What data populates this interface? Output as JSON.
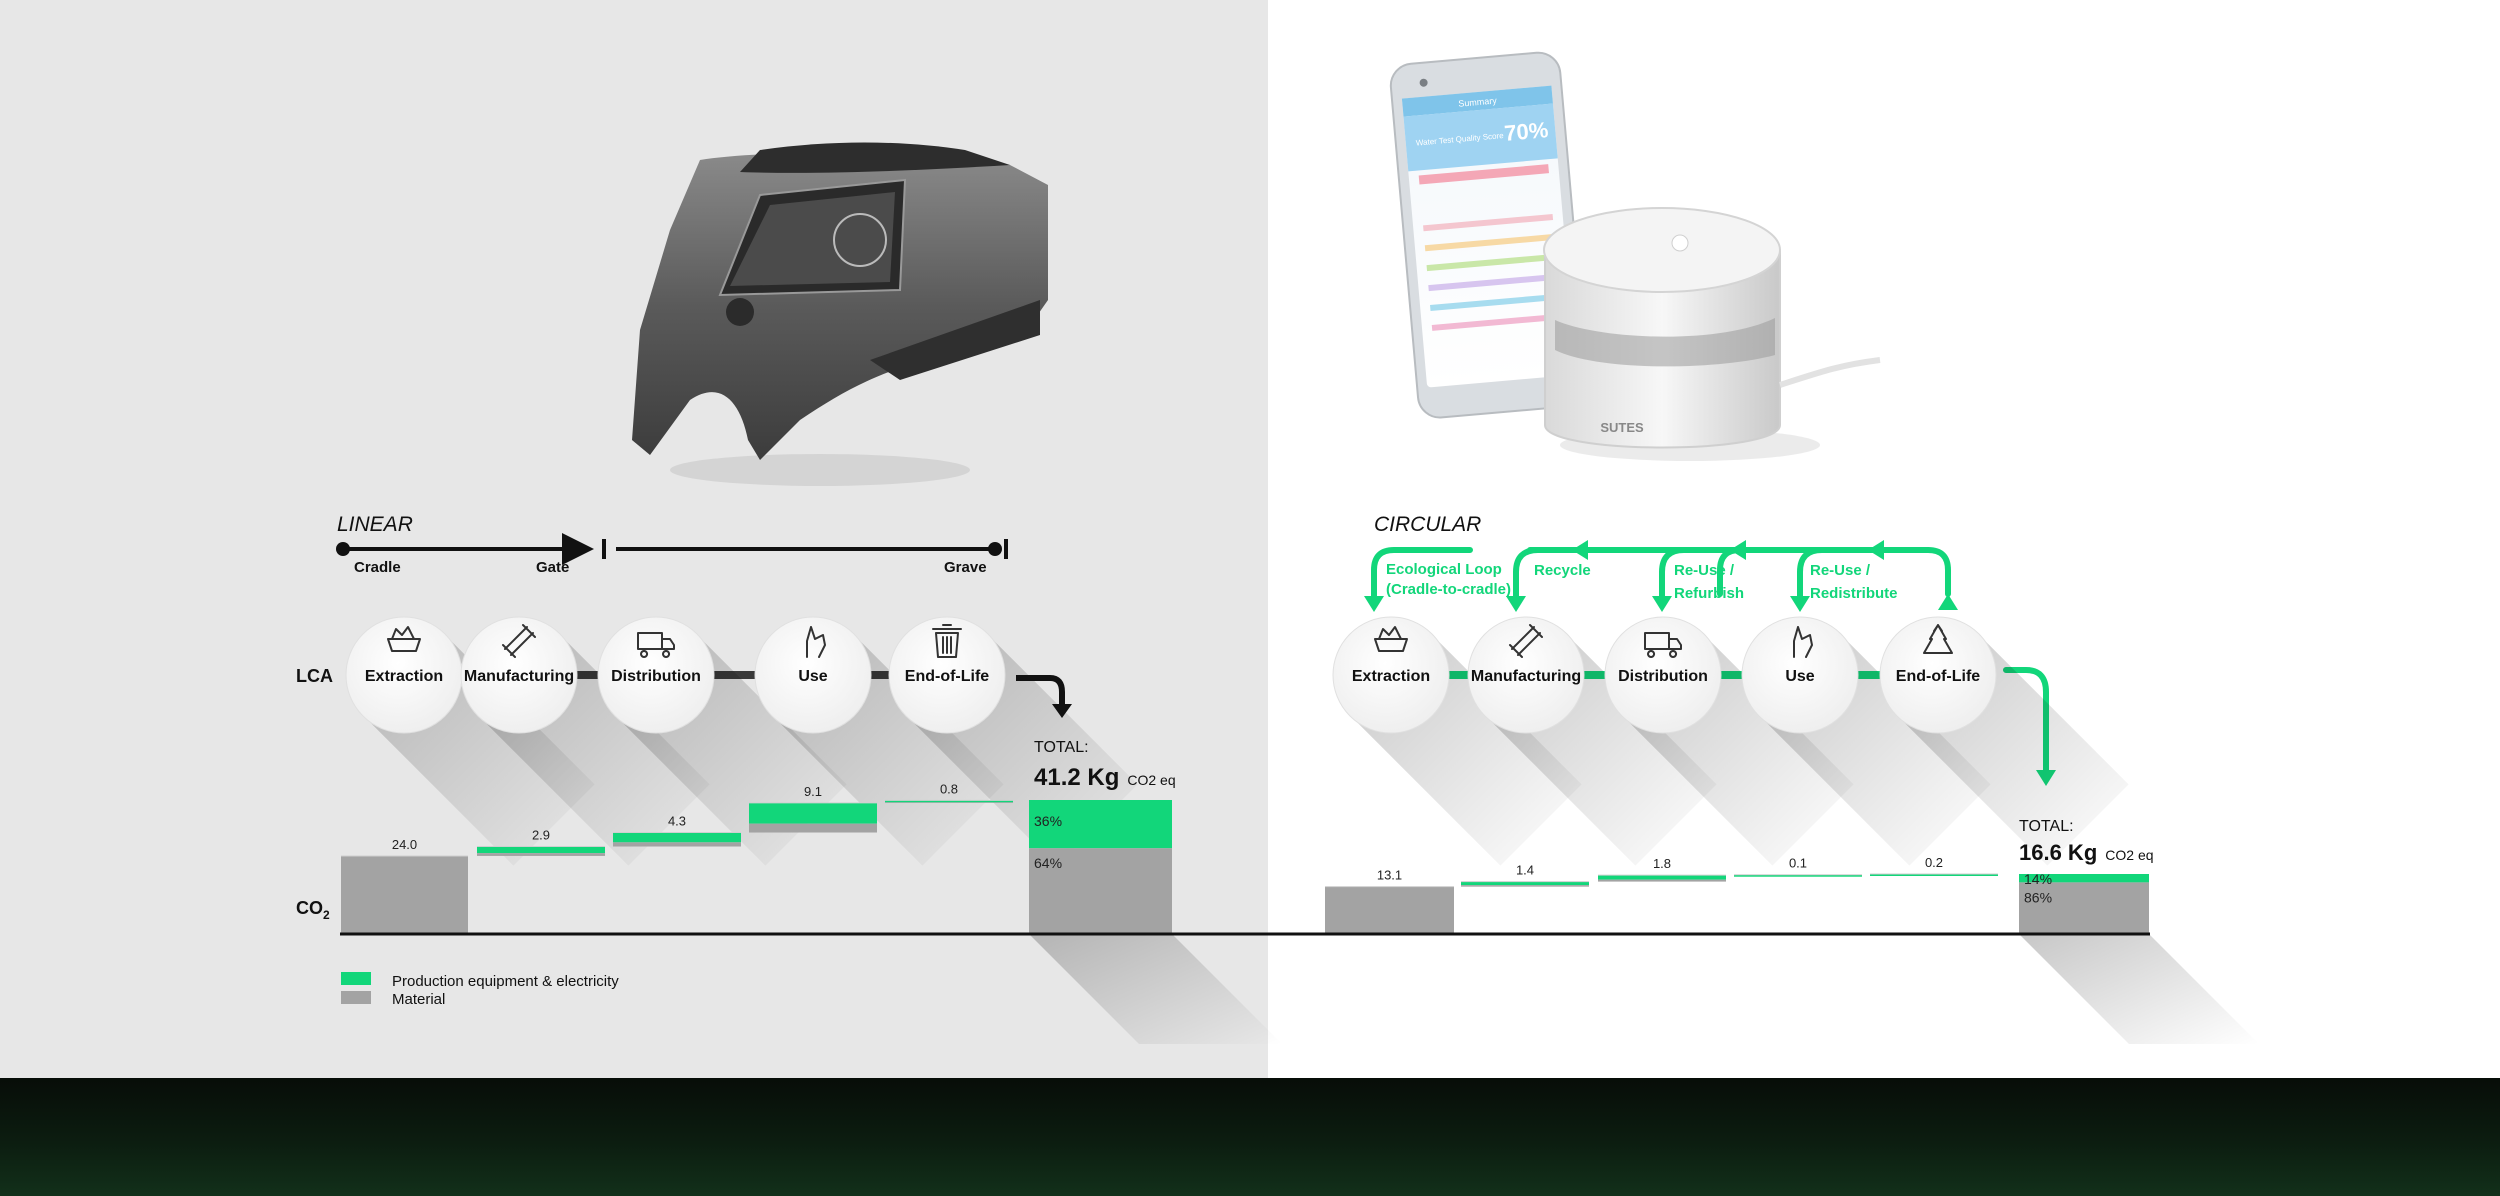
{
  "colors": {
    "green": "#12d67a",
    "gray": "#a3a3a3",
    "dark": "#111111",
    "left_bg": "#e7e7e7",
    "right_bg": "#ffffff",
    "footer": "#0c1d10"
  },
  "row_labels": {
    "lca": "LCA",
    "co2": "CO",
    "co2_sub": "2"
  },
  "linear": {
    "title": "LINEAR",
    "timeline": {
      "cradle": "Cradle",
      "gate": "Gate",
      "grave": "Grave"
    },
    "stages": [
      {
        "label": "Extraction",
        "icon": "mining-cart-icon"
      },
      {
        "label": "Manufacturing",
        "icon": "pipes-icon"
      },
      {
        "label": "Distribution",
        "icon": "truck-icon"
      },
      {
        "label": "Use",
        "icon": "hand-touch-icon"
      },
      {
        "label": "End-of-Life",
        "icon": "trash-bin-icon"
      }
    ],
    "total_label": "TOTAL:",
    "total_value": "41.2 Kg",
    "total_unit": "CO2 eq"
  },
  "circular": {
    "title": "CIRCULAR",
    "loops": [
      {
        "line1": "Ecological Loop",
        "line2": "(Cradle-to-cradle)"
      },
      {
        "line1": "Recycle",
        "line2": ""
      },
      {
        "line1": "Re-Use /",
        "line2": "Refurbish"
      },
      {
        "line1": "Re-Use /",
        "line2": "Redistribute"
      }
    ],
    "stages": [
      {
        "label": "Extraction",
        "icon": "mining-cart-icon"
      },
      {
        "label": "Manufacturing",
        "icon": "pipes-icon"
      },
      {
        "label": "Distribution",
        "icon": "truck-icon"
      },
      {
        "label": "Use",
        "icon": "hand-touch-icon"
      },
      {
        "label": "End-of-Life",
        "icon": "recycle-icon"
      }
    ],
    "total_label": "TOTAL:",
    "total_value": "16.6 Kg",
    "total_unit": "CO2 eq"
  },
  "legend": [
    {
      "label": "Production equipment & electricity",
      "color": "#12d67a"
    },
    {
      "label": "Material",
      "color": "#a3a3a3"
    }
  ],
  "phone": {
    "header": "Summary",
    "score_label": "Water Test Quality Score",
    "score": "70%"
  },
  "device_brand": "SUTES",
  "chart_data": [
    {
      "type": "bar",
      "title": "LINEAR",
      "categories": [
        "Extraction",
        "Manufacturing",
        "Distribution",
        "Use",
        "End-of-Life"
      ],
      "values": [
        24.0,
        2.9,
        4.3,
        9.1,
        0.8
      ],
      "value_labels": [
        "24.0",
        "2.9",
        "4.3",
        "9.1",
        "0.8"
      ],
      "total": 41.2,
      "total_split": {
        "production_pct": "36%",
        "material_pct": "64%",
        "production": 0.36,
        "material": 0.64
      },
      "ylim": [
        0,
        41.2
      ]
    },
    {
      "type": "bar",
      "title": "CIRCULAR",
      "categories": [
        "Extraction",
        "Manufacturing",
        "Distribution",
        "Use",
        "End-of-Life"
      ],
      "values": [
        13.1,
        1.4,
        1.8,
        0.1,
        0.2
      ],
      "value_labels": [
        "13.1",
        "1.4",
        "1.8",
        "0.1",
        "0.2"
      ],
      "total": 16.6,
      "total_split": {
        "production_pct": "14%",
        "material_pct": "86%",
        "production": 0.14,
        "material": 0.86
      },
      "ylim": [
        0,
        16.6
      ]
    }
  ]
}
